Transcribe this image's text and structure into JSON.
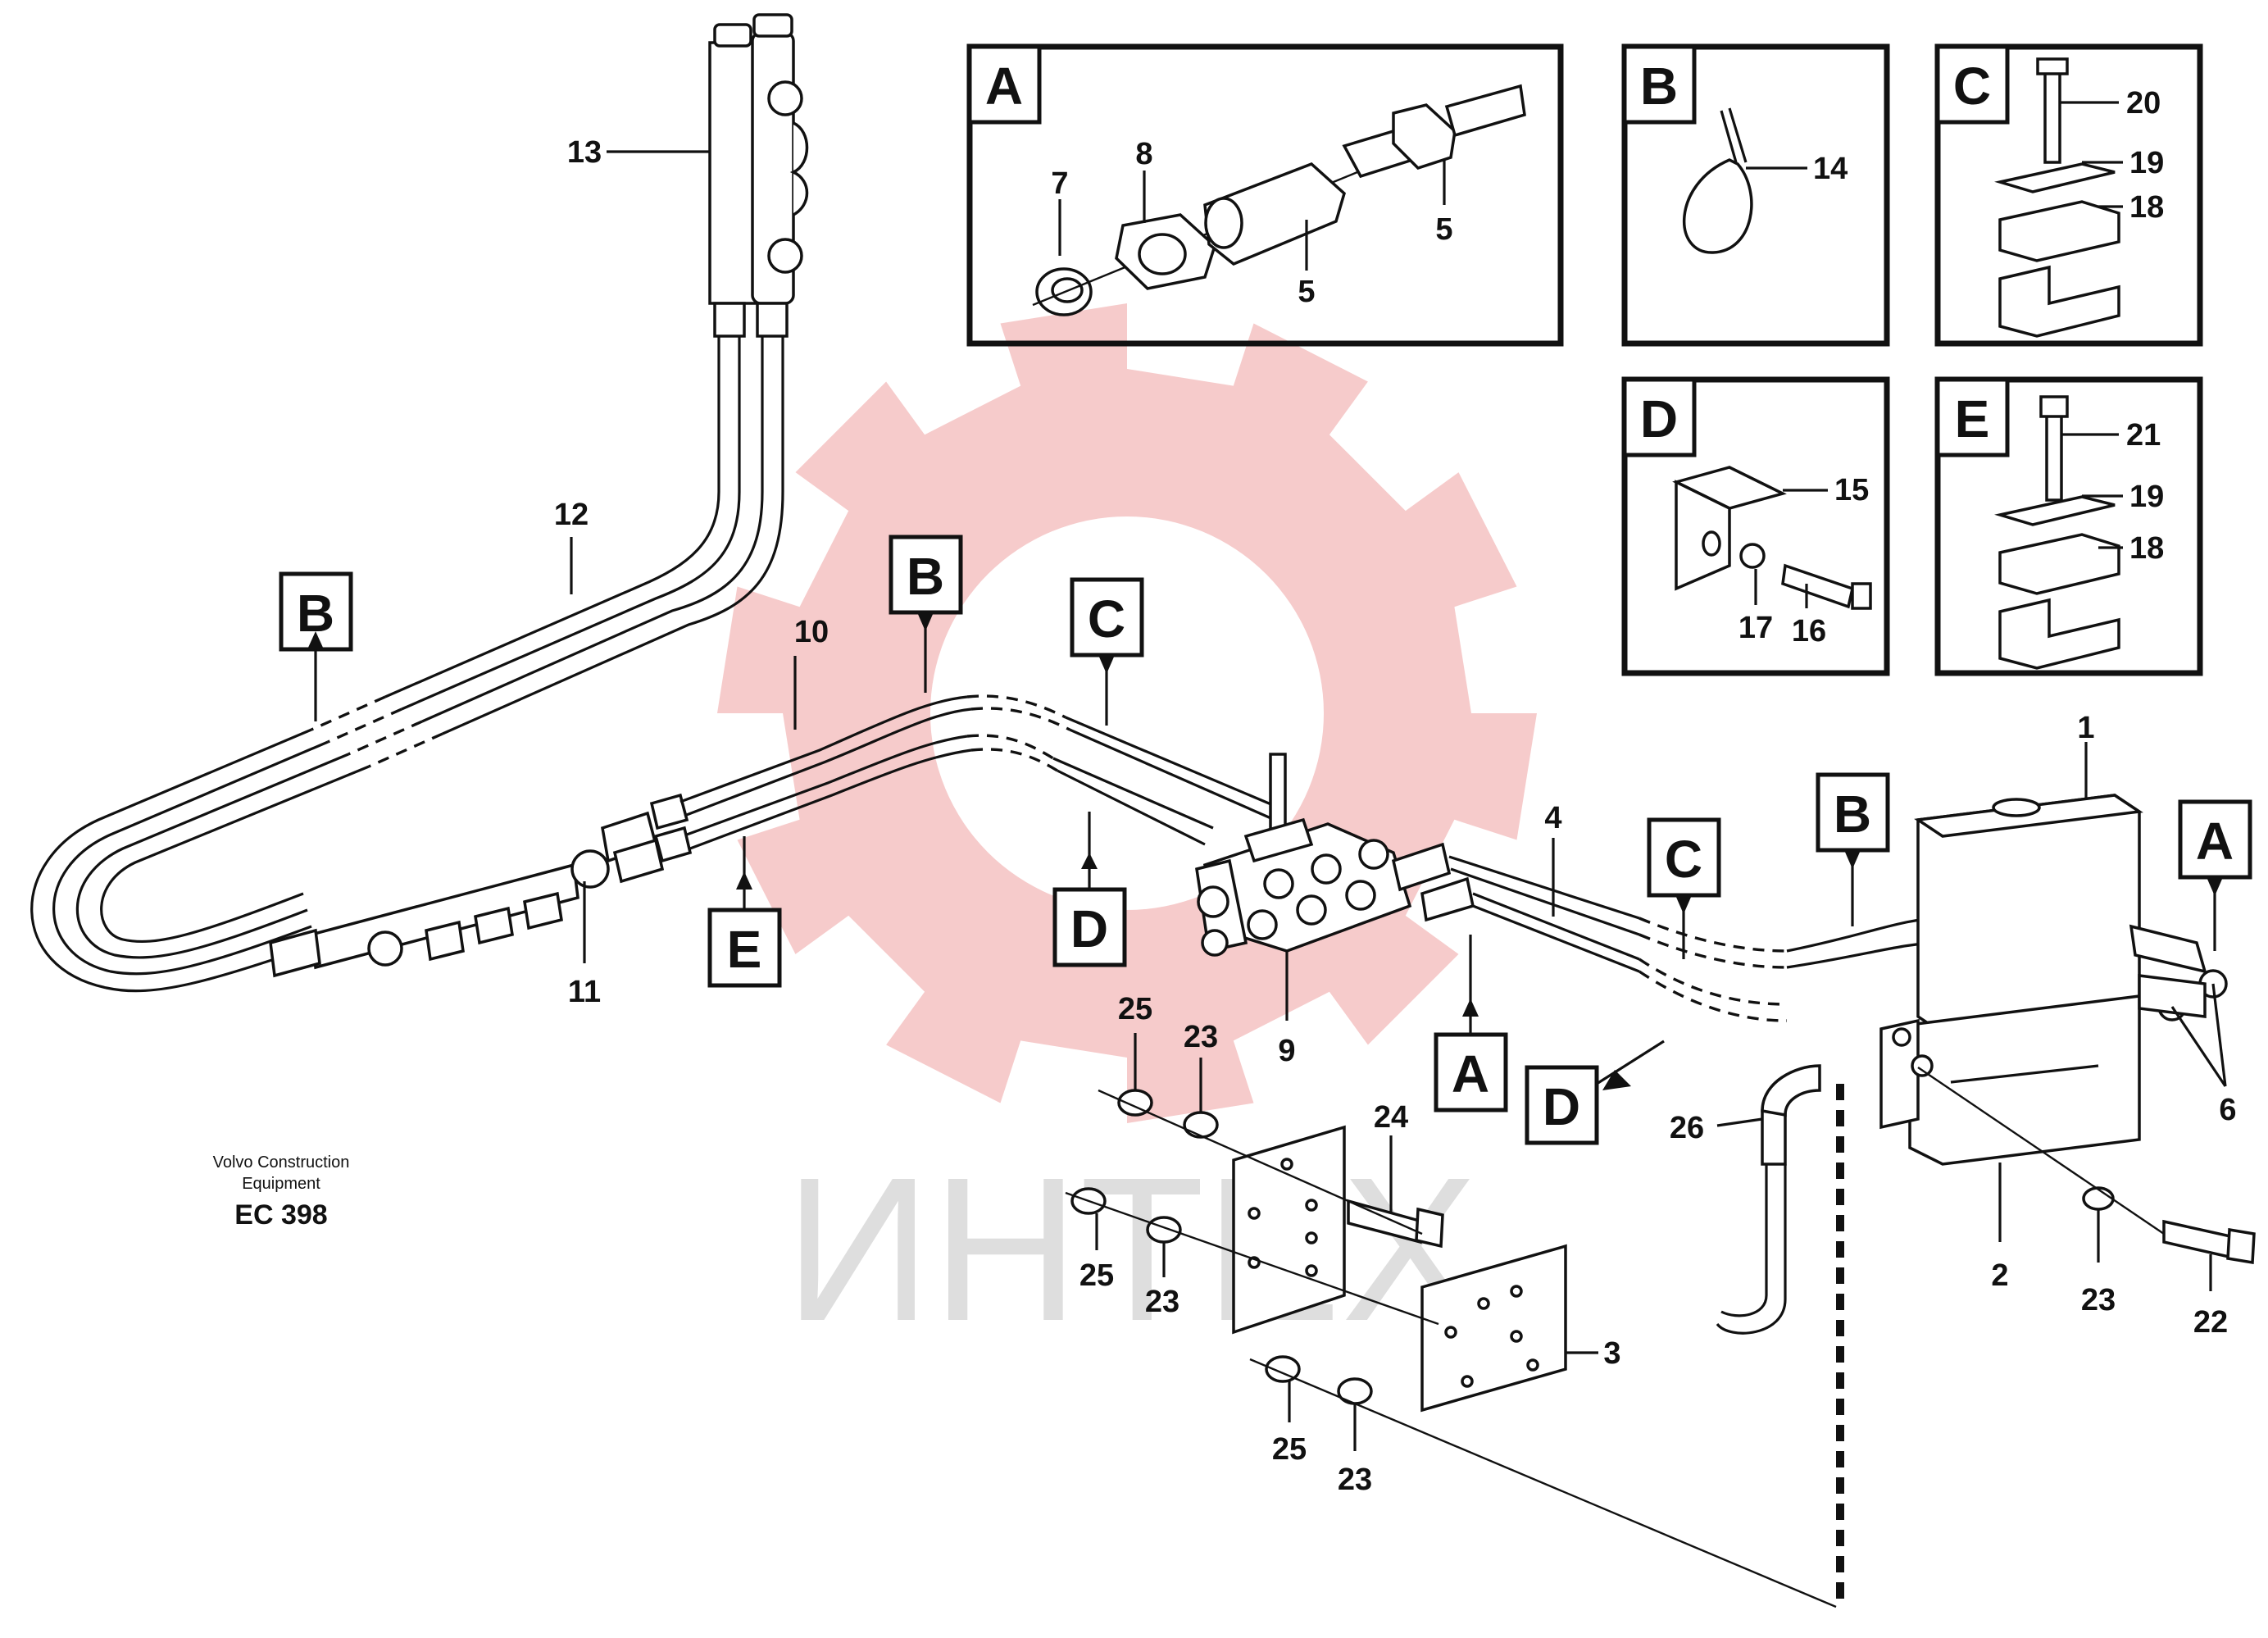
{
  "watermark": {
    "text": "ИНТЕХ",
    "gear_color": "#f6c8c8",
    "text_color": "#dedede"
  },
  "footer": {
    "line1": "Volvo Construction",
    "line2": "Equipment",
    "code": "EC 398"
  },
  "detail_views": [
    {
      "letter": "A",
      "parts": [
        "7",
        "8",
        "5",
        "5"
      ]
    },
    {
      "letter": "B",
      "parts": [
        "14"
      ]
    },
    {
      "letter": "C",
      "parts": [
        "20",
        "19",
        "18"
      ]
    },
    {
      "letter": "D",
      "parts": [
        "15",
        "17",
        "16"
      ]
    },
    {
      "letter": "E",
      "parts": [
        "21",
        "19",
        "18"
      ]
    }
  ],
  "view_markers": [
    "B",
    "B",
    "C",
    "D",
    "E",
    "A",
    "C",
    "D",
    "B",
    "A"
  ],
  "part_numbers": [
    "13",
    "12",
    "10",
    "11",
    "9",
    "4",
    "1",
    "6",
    "2",
    "26",
    "23",
    "22",
    "25",
    "23",
    "24",
    "25",
    "23",
    "3",
    "25",
    "23"
  ]
}
